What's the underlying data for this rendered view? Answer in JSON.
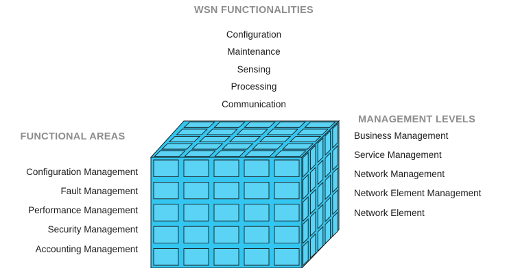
{
  "top": {
    "heading": "WSN FUNCTIONALITIES",
    "items": [
      "Configuration",
      "Maintenance",
      "Sensing",
      "Processing",
      "Communication"
    ]
  },
  "left": {
    "heading": "FUNCTIONAL AREAS",
    "items": [
      "Configuration Management",
      "Fault Management",
      "Performance Management",
      "Security  Management",
      "Accounting Management"
    ]
  },
  "right": {
    "heading": "MANAGEMENT LEVELS",
    "items": [
      "Business Management",
      "Service Management",
      "Network Management",
      "Network Element Management",
      "Network Element"
    ]
  },
  "colors": {
    "cube_fill": "#33c6f0",
    "cell_fill": "#5ad3f5",
    "outline": "#1a1a1a",
    "heading": "#8c8c8c"
  }
}
